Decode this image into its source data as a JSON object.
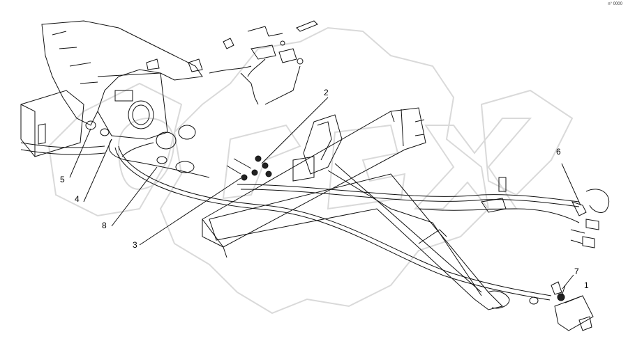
{
  "drawing": {
    "corner_code": "n° 0000",
    "watermark_text": "OPEX",
    "callouts": [
      {
        "id": "1",
        "label": "1"
      },
      {
        "id": "2",
        "label": "2"
      },
      {
        "id": "3",
        "label": "3"
      },
      {
        "id": "4",
        "label": "4"
      },
      {
        "id": "5",
        "label": "5"
      },
      {
        "id": "6",
        "label": "6"
      },
      {
        "id": "7",
        "label": "7"
      },
      {
        "id": "8",
        "label": "8"
      }
    ]
  }
}
